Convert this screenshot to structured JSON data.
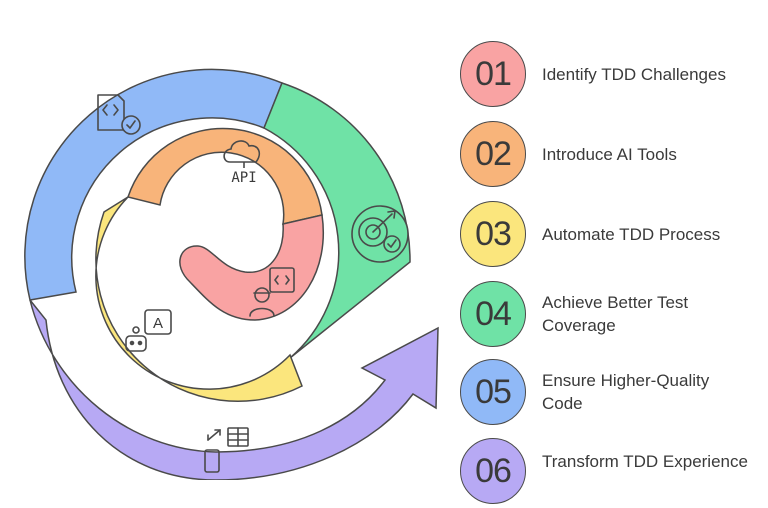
{
  "steps": [
    {
      "number": "01",
      "label": "Identify TDD Challenges",
      "color": "#f9a3a3"
    },
    {
      "number": "02",
      "label": "Introduce AI Tools",
      "color": "#f8b47a"
    },
    {
      "number": "03",
      "label": "Automate TDD Process",
      "color": "#fbe67d"
    },
    {
      "number": "04",
      "label": "Achieve Better Test Coverage",
      "color": "#6fe2a6"
    },
    {
      "number": "05",
      "label": "Ensure Higher-Quality Code",
      "color": "#90b9f7"
    },
    {
      "number": "06",
      "label": "Transform TDD Experience",
      "color": "#b7a9f4"
    }
  ],
  "spiral": {
    "api_text": "API",
    "ai_badge_text": "A",
    "icons": [
      "code-check-icon",
      "target-check-icon",
      "cloud-api-icon",
      "developer-code-icon",
      "ai-robot-icon",
      "data-transfer-icon"
    ]
  }
}
